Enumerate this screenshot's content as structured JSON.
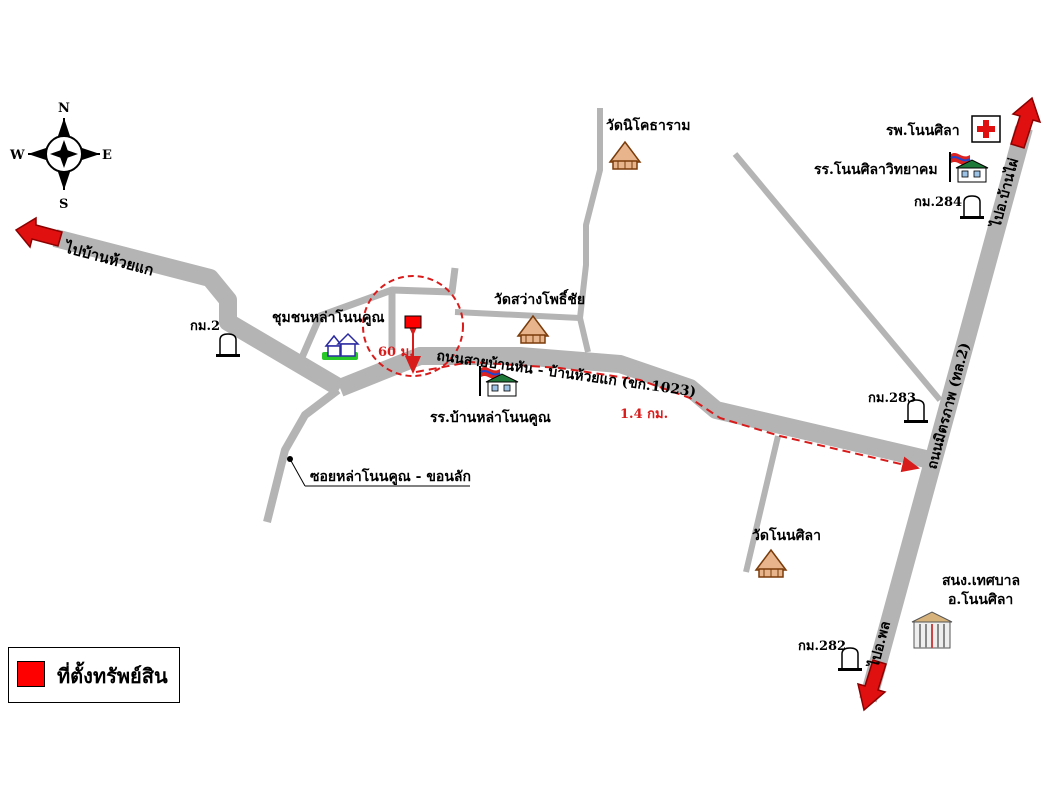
{
  "compass": {
    "n": "N",
    "s": "S",
    "e": "E",
    "w": "W"
  },
  "labels": {
    "to_ban_huay_kae": "ไปบ้านห้วยแก",
    "to_ban_phai": "ไปอ.บ้านไผ่",
    "to_phon": "ไปอ.พล",
    "main_road": "ถนนสายบ้านหัน - บ้านห้วยแก (ขก.1023)",
    "mitraphap_road": "ถนนมิตรภาพ (ทล.2)",
    "community": "ชุมชนหล่าโนนคูณ",
    "wat_nikhosaram": "วัดนิโคธาราม",
    "wat_sawang": "วัดสว่างโพธิ์ชัย",
    "school_lao": "รร.บ้านหล่าโนนคูณ",
    "wat_non_sila": "วัดโนนศิลา",
    "hospital": "รพ.โนนศิลา",
    "school_wittayakhom": "รร.โนนศิลาวิทยาคม",
    "municipal_line1": "สนง.เทศบาล",
    "municipal_line2": "อ.โนนศิลา",
    "soi": "ซอยหล่าโนนคูณ - ขอนลัก",
    "km2": "กม.2",
    "km282": "กม.282",
    "km283": "กม.283",
    "km284": "กม.284",
    "dist_60": "60 ม.",
    "dist_14": "1.4 กม."
  },
  "legend": {
    "label": "ที่ตั้งทรัพย์สิน",
    "color": "#ff0000"
  },
  "colors": {
    "road": "#b4b4b4",
    "accent": "#d81c1c"
  }
}
